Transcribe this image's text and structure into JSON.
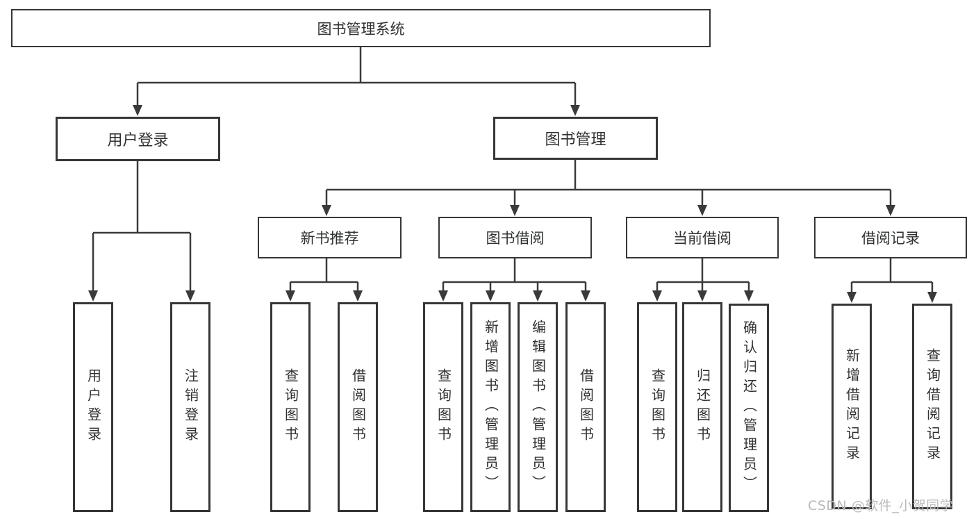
{
  "diagram_title": "图书管理系统",
  "tree": {
    "root": {
      "label": "图书管理系统",
      "children": [
        {
          "label": "用户登录",
          "children": [
            {
              "label": "用户登录"
            },
            {
              "label": "注销登录"
            }
          ]
        },
        {
          "label": "图书管理",
          "children": [
            {
              "label": "新书推荐",
              "children": [
                {
                  "label": "查询图书"
                },
                {
                  "label": "借阅图书"
                }
              ]
            },
            {
              "label": "图书借阅",
              "children": [
                {
                  "label": "查询图书"
                },
                {
                  "label": "新增图书（管理员）"
                },
                {
                  "label": "编辑图书（管理员）"
                },
                {
                  "label": "借阅图书"
                }
              ]
            },
            {
              "label": "当前借阅",
              "children": [
                {
                  "label": "查询图书"
                },
                {
                  "label": "归还图书"
                },
                {
                  "label": "确认归还（管理员）"
                }
              ]
            },
            {
              "label": "借阅记录",
              "children": [
                {
                  "label": "新增借阅记录"
                },
                {
                  "label": "查询借阅记录"
                }
              ]
            }
          ]
        }
      ]
    }
  },
  "watermark": {
    "text": "CSDN @软件_小贺同学"
  },
  "colors": {
    "background": "#ffffff",
    "line": "#3a3a3a",
    "box_border": "#363636",
    "text": "#2f3133",
    "watermark": "#b9babc"
  }
}
